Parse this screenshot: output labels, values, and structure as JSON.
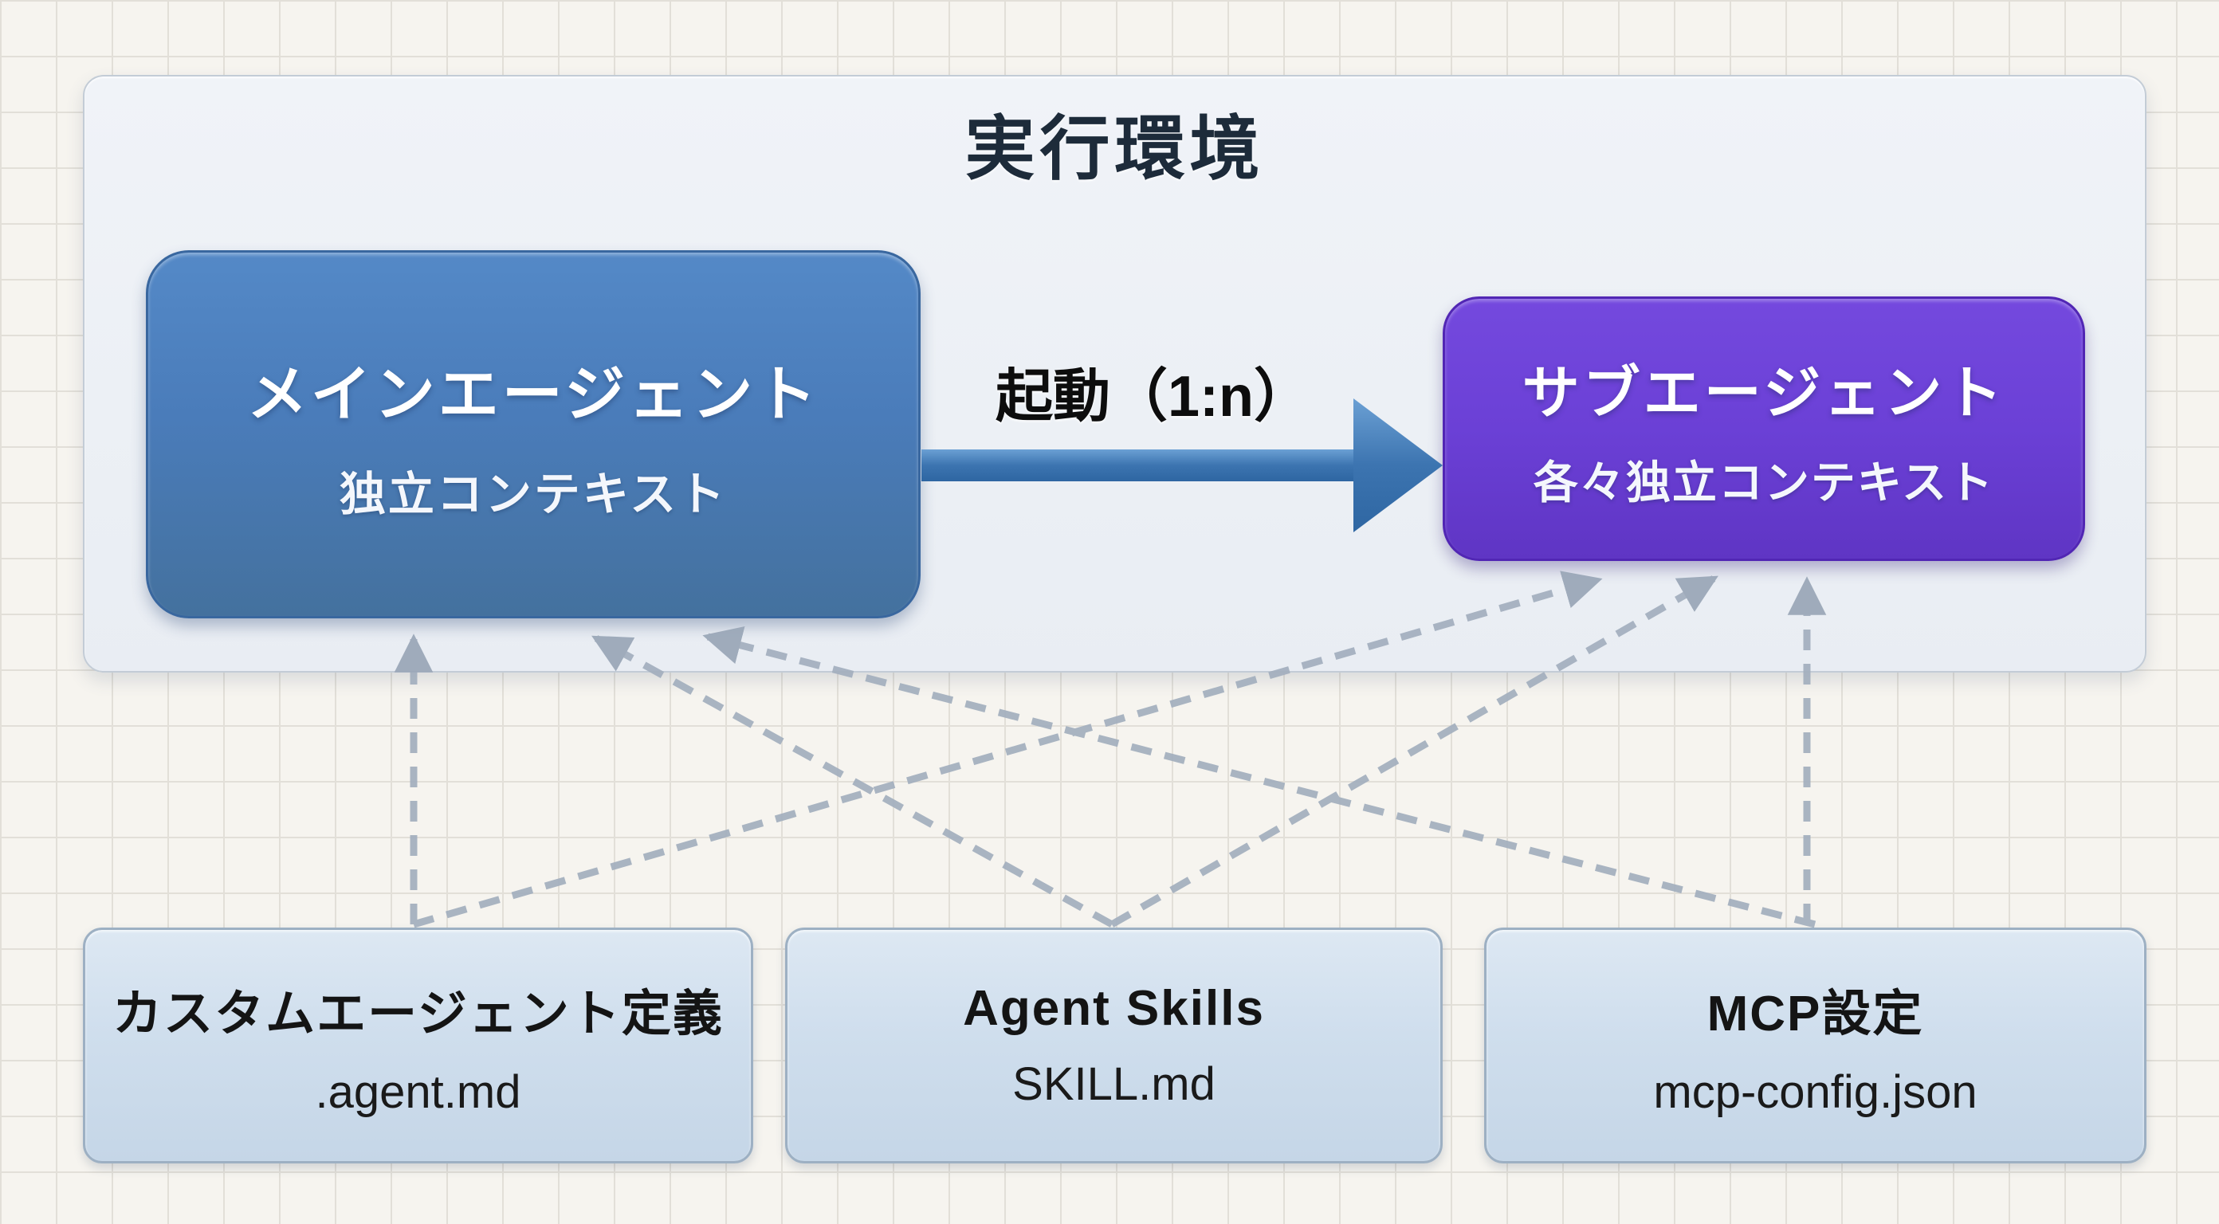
{
  "container": {
    "title": "実行環境"
  },
  "nodes": {
    "main_agent": {
      "title": "メインエージェント",
      "subtitle": "独立コンテキスト"
    },
    "sub_agent": {
      "title": "サブエージェント",
      "subtitle": "各々独立コンテキスト"
    },
    "custom_agent": {
      "title": "カスタムエージェント定義",
      "subtitle": ".agent.md"
    },
    "agent_skills": {
      "title": "Agent Skills",
      "subtitle": "SKILL.md"
    },
    "mcp_config": {
      "title": "MCP設定",
      "subtitle": "mcp-config.json"
    }
  },
  "edges": {
    "launch_label": "起動（1:n）",
    "launch_from": "main_agent",
    "launch_to": "sub_agent",
    "dashed": [
      {
        "from": "custom_agent",
        "to": "main_agent"
      },
      {
        "from": "custom_agent",
        "to": "sub_agent"
      },
      {
        "from": "agent_skills",
        "to": "main_agent"
      },
      {
        "from": "agent_skills",
        "to": "sub_agent"
      },
      {
        "from": "mcp_config",
        "to": "main_agent"
      },
      {
        "from": "mcp_config",
        "to": "sub_agent"
      }
    ]
  },
  "colors": {
    "background": "#f6f4ef",
    "grid_line": "#e2dfd8",
    "container_fill": "#eef1f6",
    "main_agent": "#4a7cba",
    "sub_agent": "#6b40d6",
    "resource_fill": "#cfdeed",
    "arrow_blue": "#3c74b0",
    "dashed_gray": "#a3afbe",
    "title_color": "#1d2b3a"
  }
}
